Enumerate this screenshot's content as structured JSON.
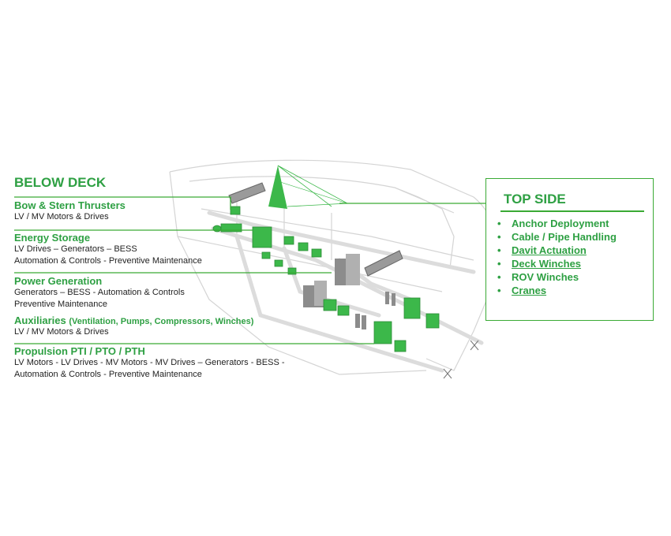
{
  "below_deck": {
    "title": "BELOW DECK",
    "sections": [
      {
        "title": "Bow & Stern Thrusters",
        "title_sub": "",
        "lines": [
          "LV / MV Motors & Drives"
        ]
      },
      {
        "title": "Energy Storage",
        "title_sub": "",
        "lines": [
          "LV Drives – Generators – BESS",
          "Automation & Controls - Preventive Maintenance"
        ]
      },
      {
        "title": "Power Generation",
        "title_sub": "",
        "lines": [
          "Generators – BESS - Automation & Controls",
          "Preventive Maintenance"
        ]
      },
      {
        "title": "Auxiliaries",
        "title_sub": "(Ventilation, Pumps, Compressors, Winches)",
        "lines": [
          "LV / MV Motors & Drives"
        ]
      },
      {
        "title": "Propulsion PTI / PTO / PTH",
        "title_sub": "",
        "lines": [
          "LV Motors  - LV Drives - MV Motors  - MV Drives – Generators - BESS -",
          "Automation & Controls - Preventive Maintenance"
        ]
      }
    ]
  },
  "top_side": {
    "title": "TOP SIDE",
    "bullet": "•",
    "items": [
      "Anchor Deployment",
      "Cable / Pipe Handling",
      "Davit Actuation",
      "Deck Winches",
      "ROV Winches",
      "Cranes"
    ]
  },
  "colors": {
    "accent": "#3aaa35",
    "text_accent": "#2ea043",
    "equipment_green": "#3cb84a",
    "equipment_gray": "#8c8c8c",
    "hull_outline": "#cfcfcf"
  }
}
